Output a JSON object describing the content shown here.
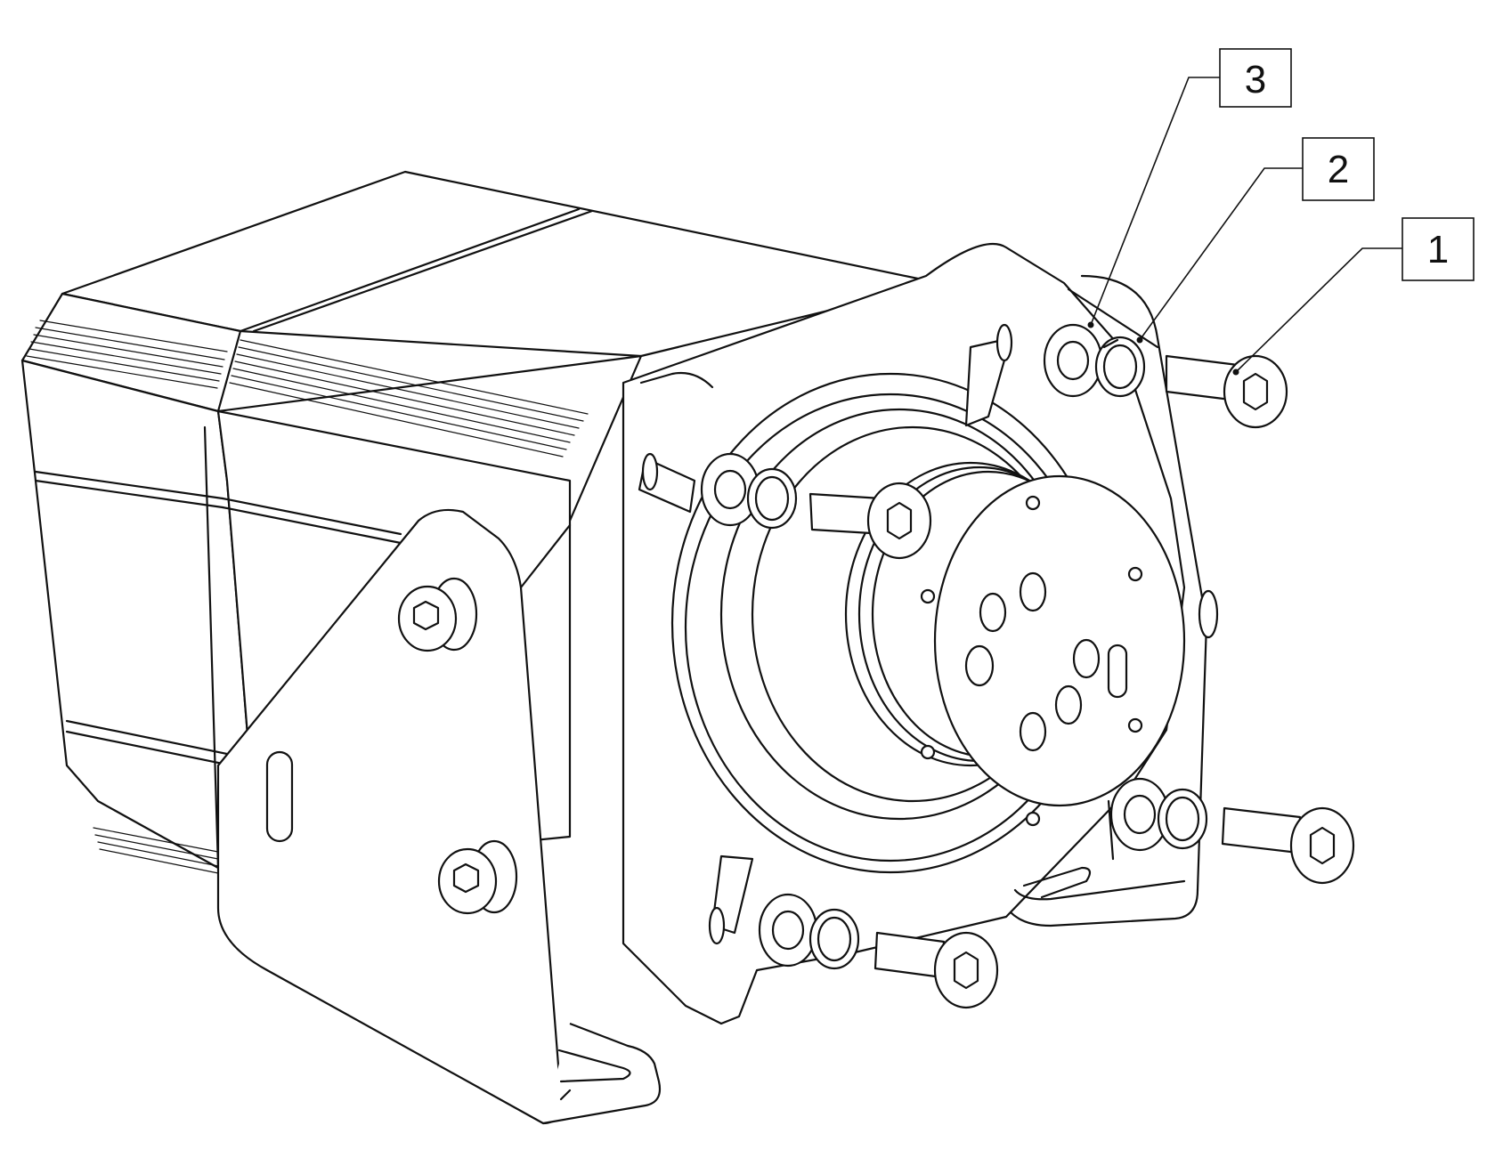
{
  "drawing": {
    "line_color": "#111111",
    "background": "#ffffff"
  },
  "callouts": [
    {
      "label": "3"
    },
    {
      "label": "2"
    },
    {
      "label": "1"
    }
  ]
}
